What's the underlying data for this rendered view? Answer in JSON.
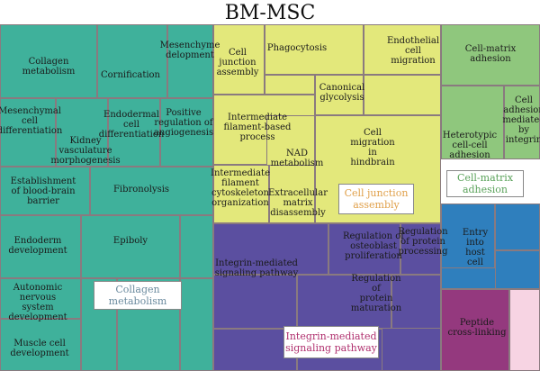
{
  "figure": {
    "title": "BM-MSC"
  },
  "colors": {
    "teal": "#3fb19b",
    "yellow": "#e3e87b",
    "purple": "#5b4fa0",
    "green": "#8fc77d",
    "blue": "#2f7fbd",
    "magenta": "#94397e",
    "pink": "#f7d4e3",
    "gridline": "#8a7a7f"
  },
  "groups": [
    {
      "name": "Collagen metabolism",
      "color": "teal",
      "subterms": [
        "Collagen metabolism",
        "Cornification",
        "Mesenchyme delopment",
        "Mesenchymal cell differentiation",
        "Endodermal cell differentiation",
        "Kidney vasculature morphogenesis",
        "Positive regulation of angiogenesis",
        "Establishment of blood-brain barrier",
        "Fibronolysis",
        "Endoderm development",
        "Epiboly",
        "Autonomic nervous system development",
        "Muscle cell development"
      ]
    },
    {
      "name": "Cell junction assembly",
      "color": "yellow",
      "subterms": [
        "Cell junction assembly",
        "Phagocytosis",
        "Endothelial cell migration",
        "Canonical glycolysis",
        "Intermediate filament-based process",
        "NAD metabolism",
        "Cell migration in hindbrain",
        "Intermediate filament cytoskeleton organization",
        "Extracellular matrix disassembly"
      ]
    },
    {
      "name": "Cell-matrix adhesion",
      "color": "green",
      "subterms": [
        "Cell-matrix adhesion",
        "Cell adhesion mediated by integrin",
        "Heterotypic cell-cell adhesion"
      ]
    },
    {
      "name": "Integrin-mediated signaling pathway",
      "color": "purple",
      "subterms": [
        "Integrin-mediated signaling pathway",
        "Regulation of osteoblast proliferation",
        "Regulation of protein processing",
        "Regulation of protein maturation"
      ]
    },
    {
      "name": "Entry into host cell",
      "color": "blue",
      "subterms": [
        "Entry into host cell"
      ]
    },
    {
      "name": "Peptide cross-linking",
      "color": "magenta",
      "subterms": [
        "Peptide cross-linking"
      ]
    }
  ],
  "tile_labels": [
    "Collagen\nmetabolism",
    "Cornification",
    "Mesenchyme\ndelopment",
    "Mesenchymal\ncell\ndifferentiation",
    "Endodermal\ncell\ndifferentiation",
    "Kidney\nvasculature\nmorphogenesis",
    "Positive\nregulation of\nangiogenesis",
    "Establishment\nof blood-brain\nbarrier",
    "Fibronolysis",
    "Endoderm\ndevelopment",
    "Epiboly",
    "Autonomic\nnervous\nsystem\ndevelopment",
    "Muscle cell\ndevelopment",
    "Cell\njunction\nassembly",
    "Phagocytosis",
    "Endothelial\ncell\nmigration",
    "Canonical\nglycolysis",
    "Intermediate\nfilament-based\nprocess",
    "NAD\nmetabolism",
    "Cell\nmigration\nin\nhindbrain",
    "Intermediate\nfilament\ncytoskeleton\norganization",
    "Extracellular\nmatrix\ndisassembly",
    "Cell-matrix\nadhesion",
    "Cell\nadhesion\nmediated\nby\nintegrin",
    "Heterotypic\ncell-cell\nadhesion",
    "Integrin-mediated\nsignaling pathway",
    "Regulation of\nosteoblast\nproliferation",
    "Regulation\nof protein\nprocessing",
    "Regulation\nof\nprotein\nmaturation",
    "Entry\ninto\nhost\ncell",
    "Peptide\ncross-linking"
  ],
  "group_boxes": [
    {
      "text": "Collagen\nmetabolism",
      "text_color": "#6a8a9e"
    },
    {
      "text": "Cell junction\nassembly",
      "text_color": "#e0a04a"
    },
    {
      "text": "Cell-matrix\nadhesion",
      "text_color": "#5aa25a"
    },
    {
      "text": "Integrin-mediated\nsignaling pathway",
      "text_color": "#b0306e"
    }
  ]
}
